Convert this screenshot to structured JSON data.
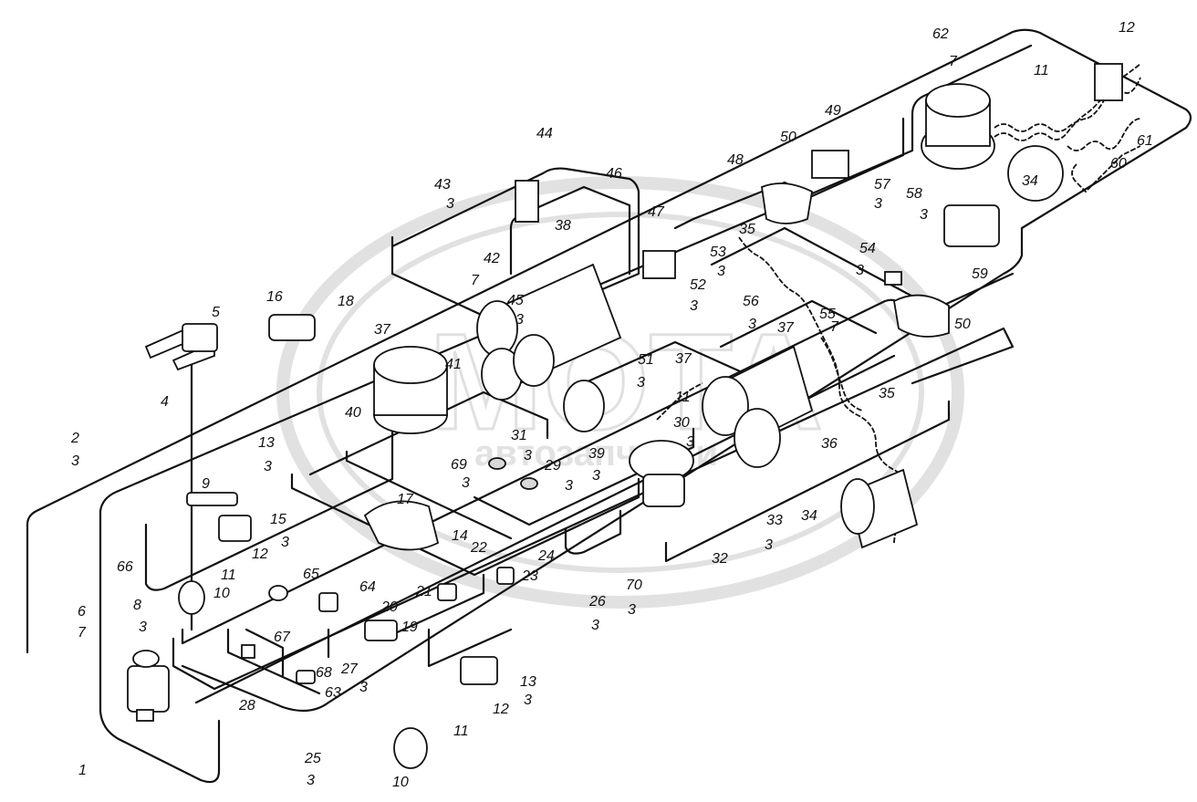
{
  "watermark": {
    "main": "МОТА",
    "sub": "автозапчасти"
  },
  "callouts": [
    "1",
    "2",
    "3",
    "4",
    "5",
    "6",
    "7",
    "8",
    "9",
    "10",
    "11",
    "12",
    "13",
    "14",
    "15",
    "16",
    "17",
    "18",
    "19",
    "20",
    "21",
    "22",
    "23",
    "24",
    "25",
    "26",
    "27",
    "28",
    "29",
    "30",
    "31",
    "32",
    "33",
    "34",
    "35",
    "36",
    "37",
    "38",
    "39",
    "40",
    "41",
    "42",
    "43",
    "44",
    "45",
    "46",
    "47",
    "48",
    "49",
    "50",
    "51",
    "52",
    "53",
    "54",
    "55",
    "56",
    "57",
    "58",
    "59",
    "60",
    "61",
    "62",
    "63",
    "64",
    "65",
    "66",
    "67",
    "68",
    "69",
    "70"
  ]
}
